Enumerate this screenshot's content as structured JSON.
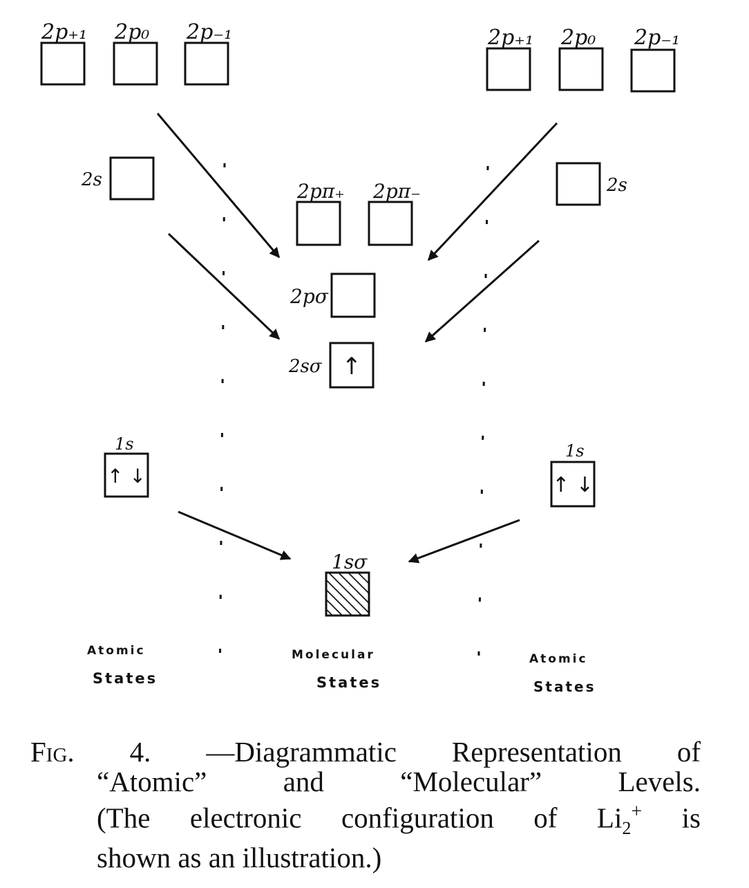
{
  "diagram": {
    "left_atom": {
      "p_labels": [
        "2p₊₁",
        "2p₀",
        "2p₋₁"
      ],
      "s2_label": "2s",
      "s1_label": "1s",
      "s1_spins": "↑ ↓",
      "states_label": [
        "Atomic",
        "States"
      ]
    },
    "right_atom": {
      "p_labels": [
        "2p₊₁",
        "2p₀",
        "2p₋₁"
      ],
      "s2_label": "2s",
      "s1_label": "1s",
      "s1_spins": "↑ ↓",
      "states_label": [
        "Atomic",
        "States"
      ]
    },
    "molecule": {
      "pi_labels": [
        "2pπ₊",
        "2pπ₋"
      ],
      "p_sigma_label": "2pσ",
      "s2_sigma_label": "2sσ",
      "s2_sigma_spin": "↑",
      "s1_sigma_label": "1sσ",
      "states_label": [
        "Molecular",
        "States"
      ]
    },
    "colors": {
      "ink": "#111111",
      "paper": "#ffffff"
    }
  },
  "caption": {
    "fig_label": "Fig. 4.",
    "dash": "—",
    "line1_rest": "Diagrammatic Representation of",
    "line2": "“Atomic” and “Molecular” Levels.",
    "line3_pre": "(The electronic configuration of Li",
    "line3_sub": "2",
    "line3_sup": "+",
    "line3_post": " is",
    "line4": "shown as an illustration.)"
  }
}
